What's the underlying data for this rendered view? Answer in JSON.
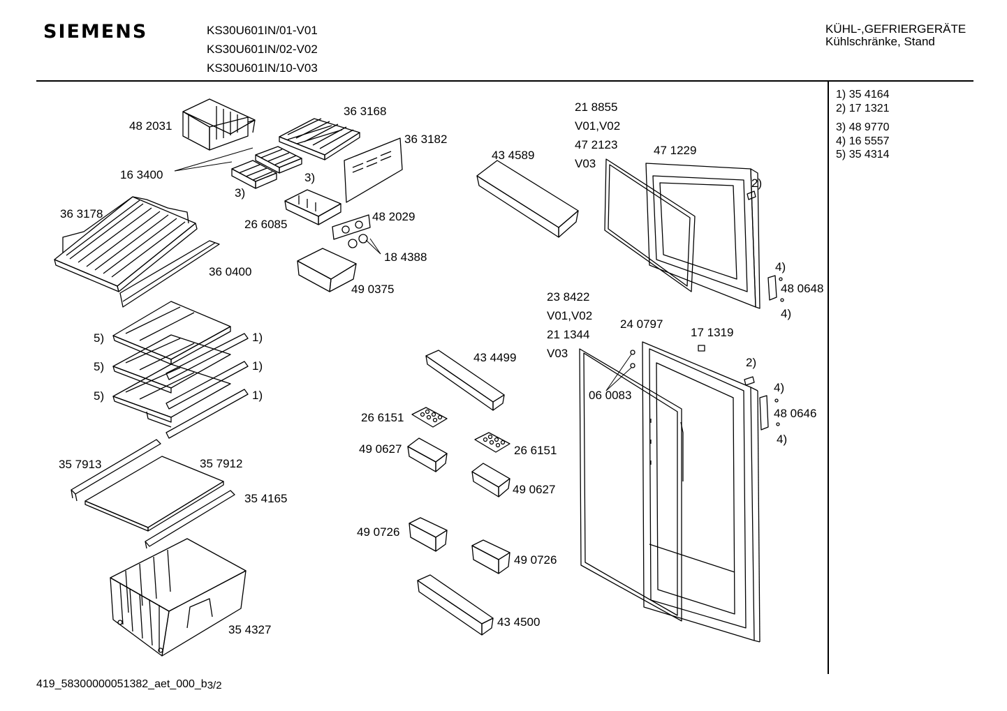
{
  "header": {
    "brand": "SIEMENS",
    "models": [
      "KS30U601IN/01-V01",
      "KS30U601IN/02-V02",
      "KS30U601IN/10-V03"
    ],
    "category_line1": "KÜHL-,GEFRIERGERÄTE",
    "category_line2": "Kühlschränke, Stand"
  },
  "legend": [
    {
      "key": "1)",
      "part": "35 4164"
    },
    {
      "key": "2)",
      "part": "17 1321"
    },
    {
      "key": "3)",
      "part": "48 9770"
    },
    {
      "key": "4)",
      "part": "16 5557"
    },
    {
      "key": "5)",
      "part": "35 4314"
    }
  ],
  "labels": {
    "p482031": "48 2031",
    "p363168": "36 3168",
    "p363182": "36 3182",
    "p163400": "16 3400",
    "ref3a": "3)",
    "ref3b": "3)",
    "p363178": "36 3178",
    "p266085": "26 6085",
    "p482029": "48 2029",
    "p184388": "18 4388",
    "p360400": "36 0400",
    "p490375": "49 0375",
    "p218855": "21 8855",
    "v0102a": "V01,V02",
    "p472123": "47 2123",
    "v03a": "V03",
    "p471229": "47 1229",
    "p434589": "43 4589",
    "ref2a": "2)",
    "ref4a": "4)",
    "p480648": "48 0648",
    "ref4b": "4)",
    "ref5a": "5)",
    "ref1a": "1)",
    "ref5b": "5)",
    "ref1b": "1)",
    "ref5c": "5)",
    "ref1c": "1)",
    "p238422": "23 8422",
    "v0102b": "V01,V02",
    "p211344": "21 1344",
    "v03b": "V03",
    "p240797": "24 0797",
    "p171319": "17 1319",
    "ref2b": "2)",
    "p434499": "43 4499",
    "p060083": "06 0083",
    "ref4c": "4)",
    "p480646": "48 0646",
    "ref4d": "4)",
    "p266151a": "26 6151",
    "p490627a": "49 0627",
    "p266151b": "26 6151",
    "p490627b": "49 0627",
    "p357913": "35 7913",
    "p357912": "35 7912",
    "p354165": "35 4165",
    "p490726a": "49 0726",
    "p490726b": "49 0726",
    "p434500": "43 4500",
    "p354327": "35 4327"
  },
  "footer": {
    "code": "419_58300000051382_aet_000_b",
    "sheet": "3/2"
  }
}
